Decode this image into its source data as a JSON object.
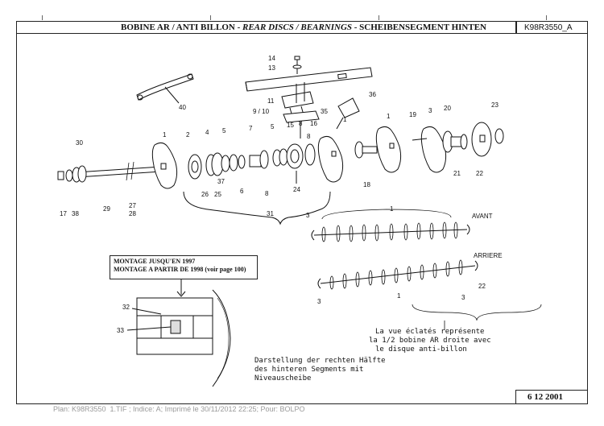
{
  "header": {
    "title_fr": "BOBINE AR / ANTI BILLON - ",
    "title_en": "REAR DISCS / BEARNINGS",
    "title_de": " - SCHEIBENSEGMENT HINTEN",
    "reference": "K98R3550_A"
  },
  "date": "6 12 2001",
  "footer": "Plan: K98R3550_1.TIF ; Indice: A; Imprimé le 30/11/2012 22:25; Pour: BOLPO",
  "inset_box": {
    "line1": "MONTAGE JUSQU'EN 1997",
    "line2": "MONTAGE A PARTIR DE 1998 (voir page 100)"
  },
  "labels": {
    "avant": "AVANT",
    "arriere": "ARRIERE"
  },
  "note_fr": [
    "La vue éclatés représente",
    "la 1/2 bobine AR droite avec",
    "le disque anti-billon"
  ],
  "note_de": [
    "Darstellung der rechten Hälfte",
    "des hinteren Segments mit",
    "Niveauscheibe"
  ],
  "part_numbers": {
    "n14": "14",
    "n13": "13",
    "n40": "40",
    "n11": "11",
    "n9_10": "9 / 10",
    "n35": "35",
    "n36": "36",
    "n8a": "8",
    "n16": "16",
    "n15": "15",
    "n8b": "8",
    "n7": "7",
    "n5a": "5",
    "n5b": "5",
    "n4": "4",
    "n2": "2",
    "n1a": "1",
    "n1b": "1",
    "n1c": "1",
    "n19": "19",
    "n3": "3",
    "n20": "20",
    "n23": "23",
    "n30": "30",
    "n37": "37",
    "n6": "6",
    "n8c": "8",
    "n26": "26",
    "n25": "25",
    "n24": "24",
    "n18": "18",
    "n21": "21",
    "n22": "22",
    "n17": "17",
    "n38": "38",
    "n29": "29",
    "n27": "27",
    "n28": "28",
    "n31": "31",
    "n3b": "3",
    "n1d": "1",
    "n1e": "1",
    "n3c": "3",
    "n3d": "3",
    "n22b": "22",
    "n32": "32",
    "n33": "33"
  }
}
